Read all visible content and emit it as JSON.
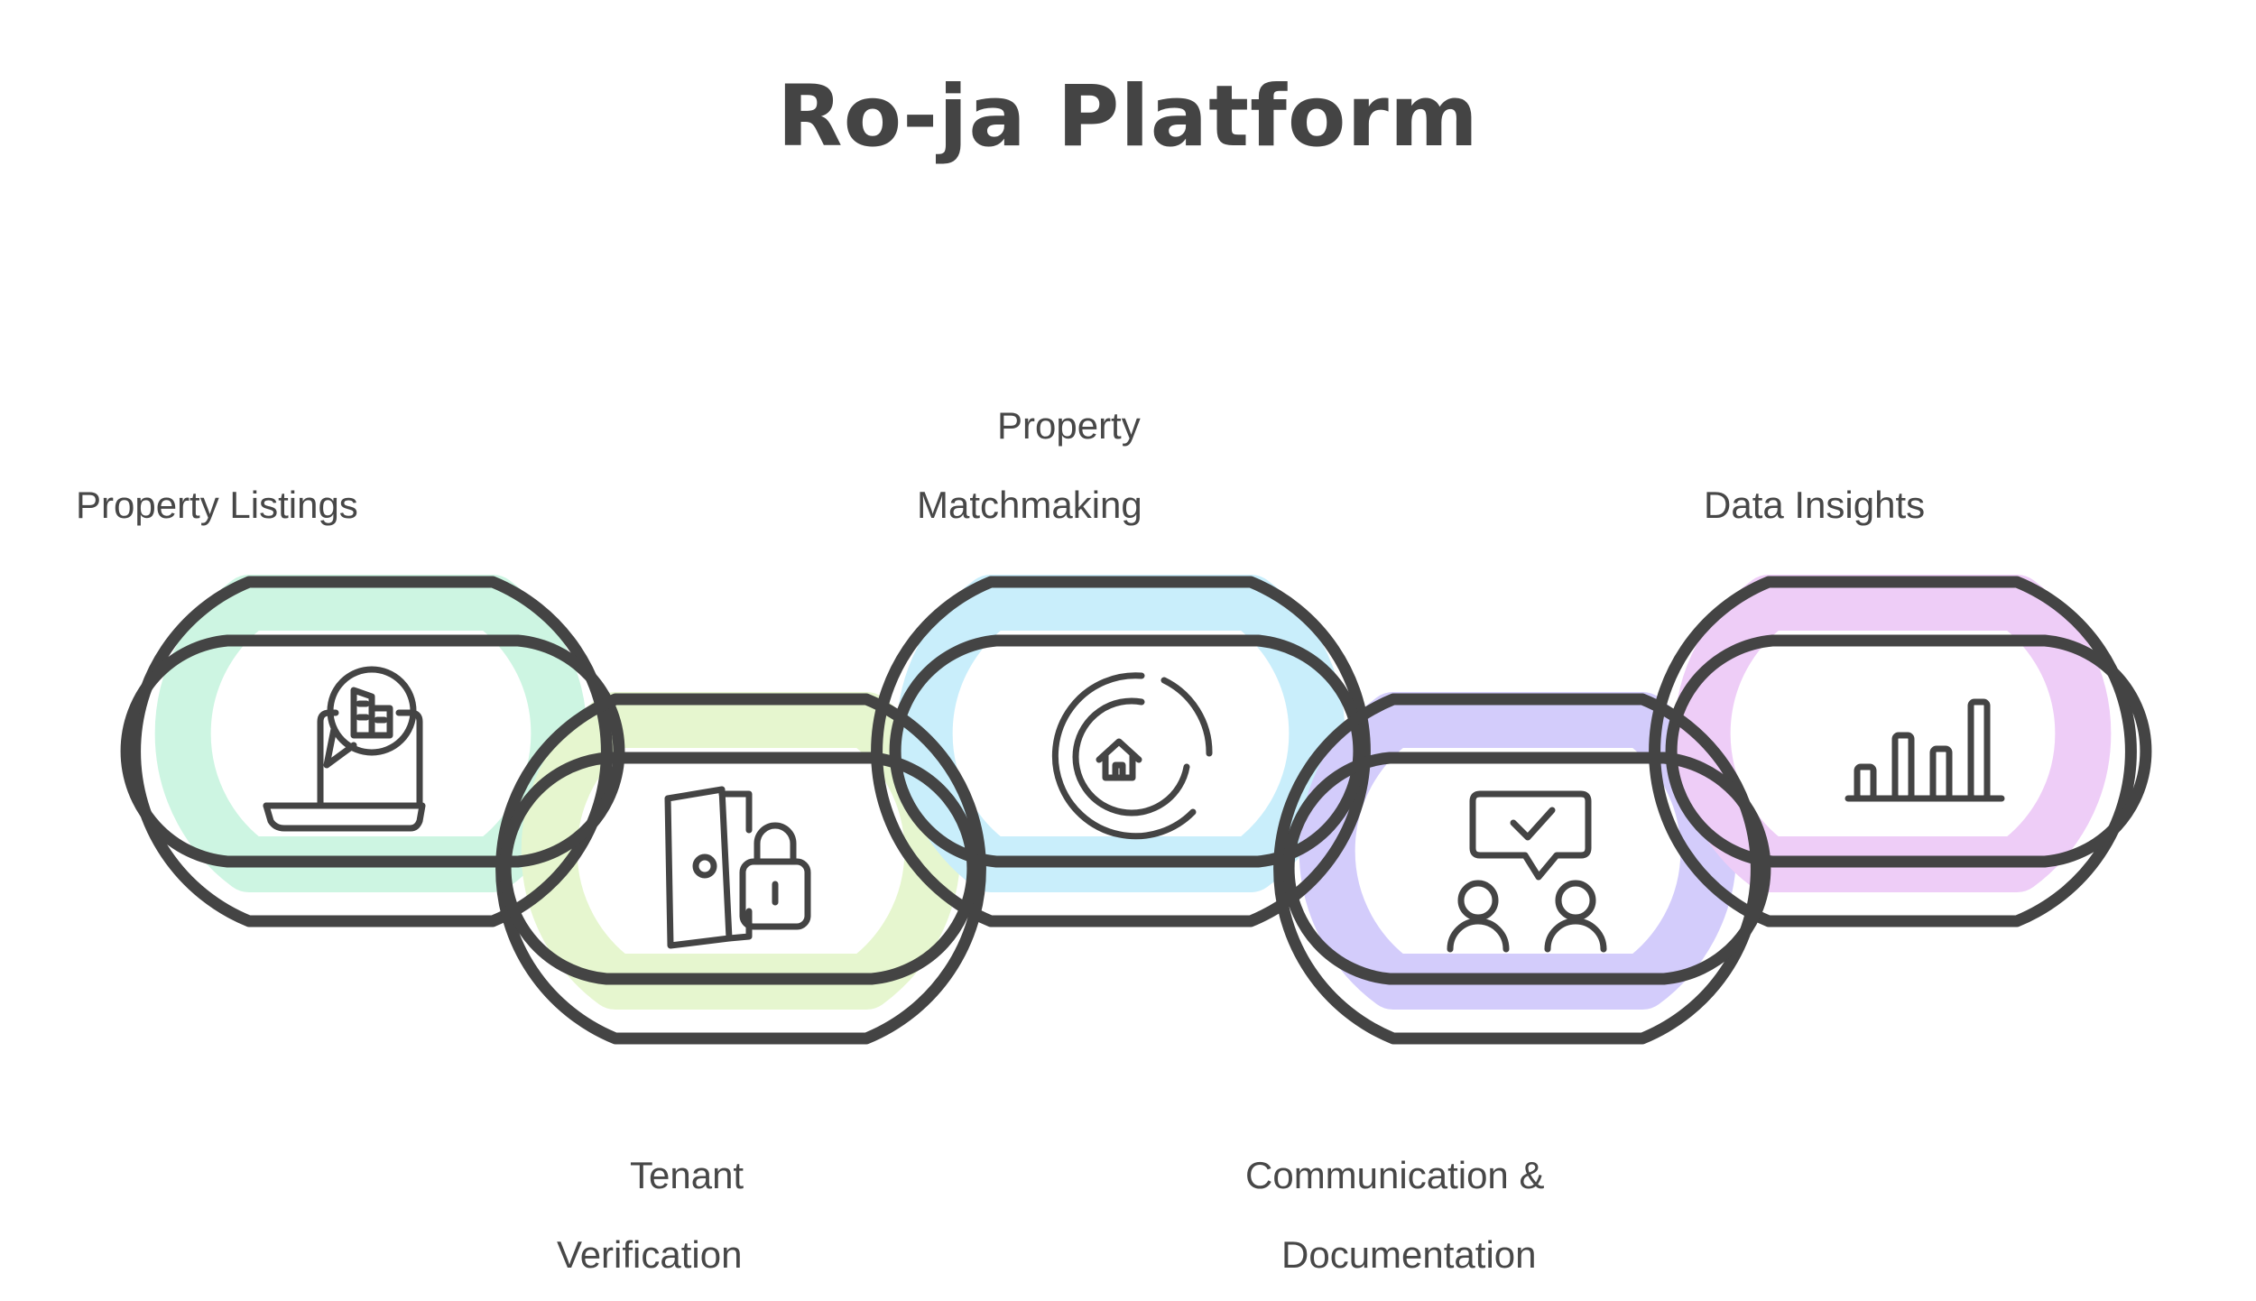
{
  "title": "Ro-ja Platform",
  "colors": {
    "stroke": "#444444",
    "listings": "#cdf5e2",
    "verification": "#e6f6cf",
    "matchmaking": "#c9eefb",
    "communication": "#d3ccfb",
    "insights": "#eecdf7"
  },
  "links": [
    {
      "id": "listings",
      "label_lines": [
        "Property Listings"
      ],
      "icon": "laptop-chat-building-icon"
    },
    {
      "id": "verification",
      "label_lines": [
        "Tenant",
        "Verification"
      ],
      "icon": "door-lock-icon"
    },
    {
      "id": "matchmaking",
      "label_lines": [
        "Property",
        "Matchmaking"
      ],
      "icon": "house-progress-icon"
    },
    {
      "id": "communication",
      "label_lines": [
        "Communication &",
        "Documentation"
      ],
      "icon": "people-chat-check-icon"
    },
    {
      "id": "insights",
      "label_lines": [
        "Data Insights"
      ],
      "icon": "bar-chart-icon"
    }
  ]
}
